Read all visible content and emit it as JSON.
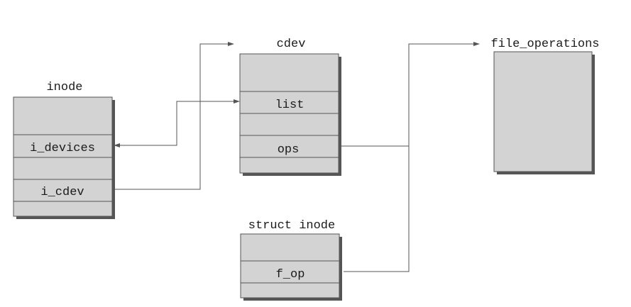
{
  "inode": {
    "title": "inode",
    "fields": [
      "i_devices",
      "i_cdev"
    ]
  },
  "cdev": {
    "title": "cdev",
    "fields": [
      "list",
      "ops"
    ]
  },
  "struct_inode": {
    "title": "struct inode",
    "fields": [
      "f_op"
    ]
  },
  "file_operations": {
    "title": "file_operations"
  }
}
